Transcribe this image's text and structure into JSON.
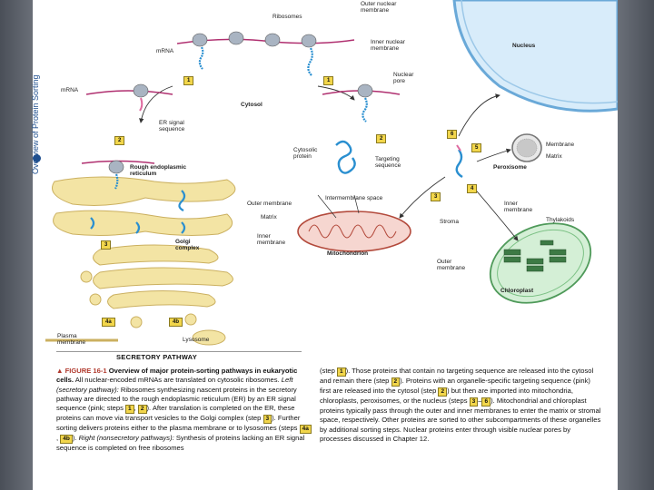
{
  "side_header": "Overview of Protein Sorting",
  "labels": {
    "ribosomes": "Ribosomes",
    "mrna_top": "mRNA",
    "mrna_left": "mRNA",
    "outer_nuclear_membrane": "Outer nuclear\nmembrane",
    "inner_nuclear_membrane": "Inner nuclear\nmembrane",
    "nucleus": "Nucleus",
    "nuclear_pore": "Nuclear\npore",
    "cytosol": "Cytosol",
    "er_signal_sequence": "ER signal\nsequence",
    "cytosolic_protein": "Cytosolic\nprotein",
    "targeting_sequence": "Targeting\nsequence",
    "membrane": "Membrane",
    "matrix_perox": "Matrix",
    "peroxisome": "Peroxisome",
    "rough_er": "Rough endoplasmic\nreticulum",
    "outer_membrane_mito": "Outer membrane",
    "intermembrane_space": "Intermembrane space",
    "matrix_mito": "Matrix",
    "inner_membrane_mito": "Inner\nmembrane",
    "mitochondrion": "Mitochondrion",
    "inner_membrane_chloro": "Inner\nmembrane",
    "thylakoids": "Thylakoids",
    "stroma": "Stroma",
    "outer_membrane_chloro": "Outer\nmembrane",
    "chloroplast": "Chloroplast",
    "golgi": "Golgi\ncomplex",
    "plasma_membrane": "Plasma\nmembrane",
    "lysosome": "Lysosome",
    "secretory_pathway": "SECRETORY PATHWAY"
  },
  "steps": {
    "s1a": "1",
    "s1b": "1",
    "s2a": "2",
    "s2b": "2",
    "s3a": "3",
    "s3b": "3",
    "s4": "4",
    "s5": "5",
    "s6": "6",
    "s4a": "4a",
    "s4b": "4b"
  },
  "caption_left": {
    "figure_label": "▲ FIGURE 16-1",
    "title": "Overview of major protein-sorting pathways in eukaryotic cells.",
    "t1": "All nuclear-encoded mRNAs are translated on cytosolic ribosomes.",
    "left_label": "Left (secretory pathway):",
    "t2": "Ribosomes synthesizing nascent proteins in the secretory pathway are directed to the rough endoplasmic reticulum (ER) by an ER signal sequence (pink; steps",
    "n1": "1",
    "comma1": ",",
    "n2": "2",
    "t3": "). After translation is completed on the ER, these proteins can move via transport vesicles to the Golgi complex (step",
    "n3": "3",
    "t4": "). Further sorting delivers proteins either to the plasma membrane or to lysosomes (steps",
    "n4a": "4a",
    "comma2": ",",
    "n4b": "4b",
    "t5": ").",
    "right_label": "Right (nonsecretory pathways):",
    "t6": "Synthesis of proteins lacking an ER signal sequence is completed on free ribosomes"
  },
  "caption_right": {
    "t1": "(step",
    "n1": "1",
    "t2": "). Those proteins that contain no targeting sequence are released into the cytosol and remain there (step",
    "n2": "2",
    "t3": "). Proteins with an organelle-specific targeting sequence (pink) first are released into the cytosol (step",
    "n2b": "2",
    "t4": ") but then are imported into mitochondria, chloroplasts, peroxisomes, or the nucleus (steps",
    "n3": "3",
    "dash": "–",
    "n6": "6",
    "t5": "). Mitochondrial and chloroplast proteins typically pass through the outer and inner membranes to enter the matrix or stromal space, respectively. Other proteins are sorted to other subcompartments of these organelles by additional sorting steps. Nuclear proteins enter through visible nuclear pores by processes discussed in Chapter 12."
  }
}
